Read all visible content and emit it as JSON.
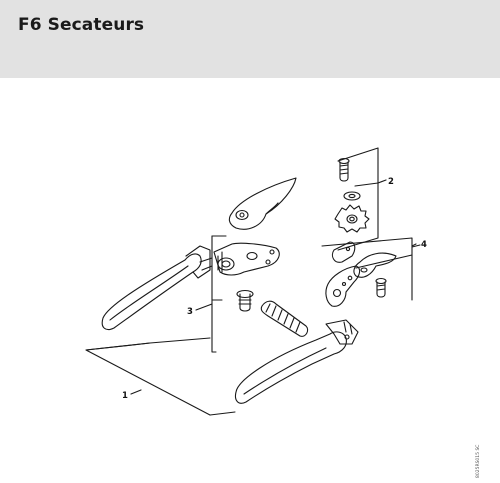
{
  "header": {
    "title": "F6 Secateurs"
  },
  "callouts": {
    "c1": "1",
    "c2": "2",
    "c3": "3",
    "c4": "4"
  },
  "reference_code": "8025RS015 SC",
  "colors": {
    "header_bg": "#e2e2e2",
    "line": "#1a1a1a",
    "title": "#1a1a1a"
  }
}
